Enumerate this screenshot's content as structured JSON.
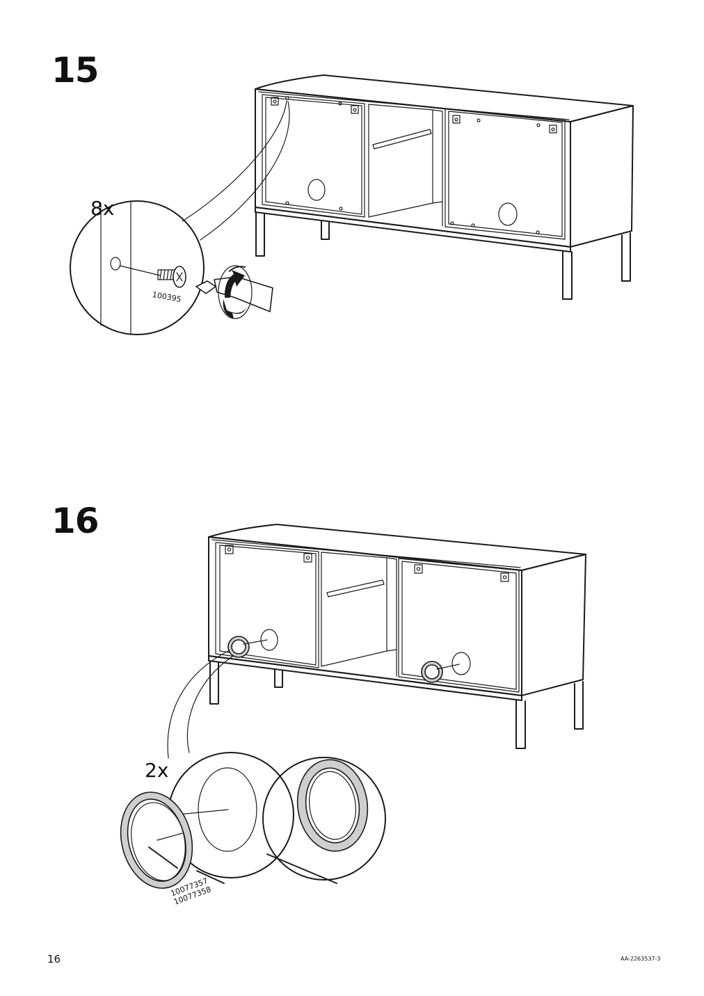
{
  "page": {
    "number": "16",
    "doc_code": "AA-2263537-3"
  },
  "steps": [
    {
      "number": "15",
      "quantity": "8x",
      "part_number": "100395",
      "action": "screwdriver-clockwise-icon"
    },
    {
      "number": "16",
      "quantity": "2x",
      "part_numbers": "10077357\n10077358"
    }
  ]
}
